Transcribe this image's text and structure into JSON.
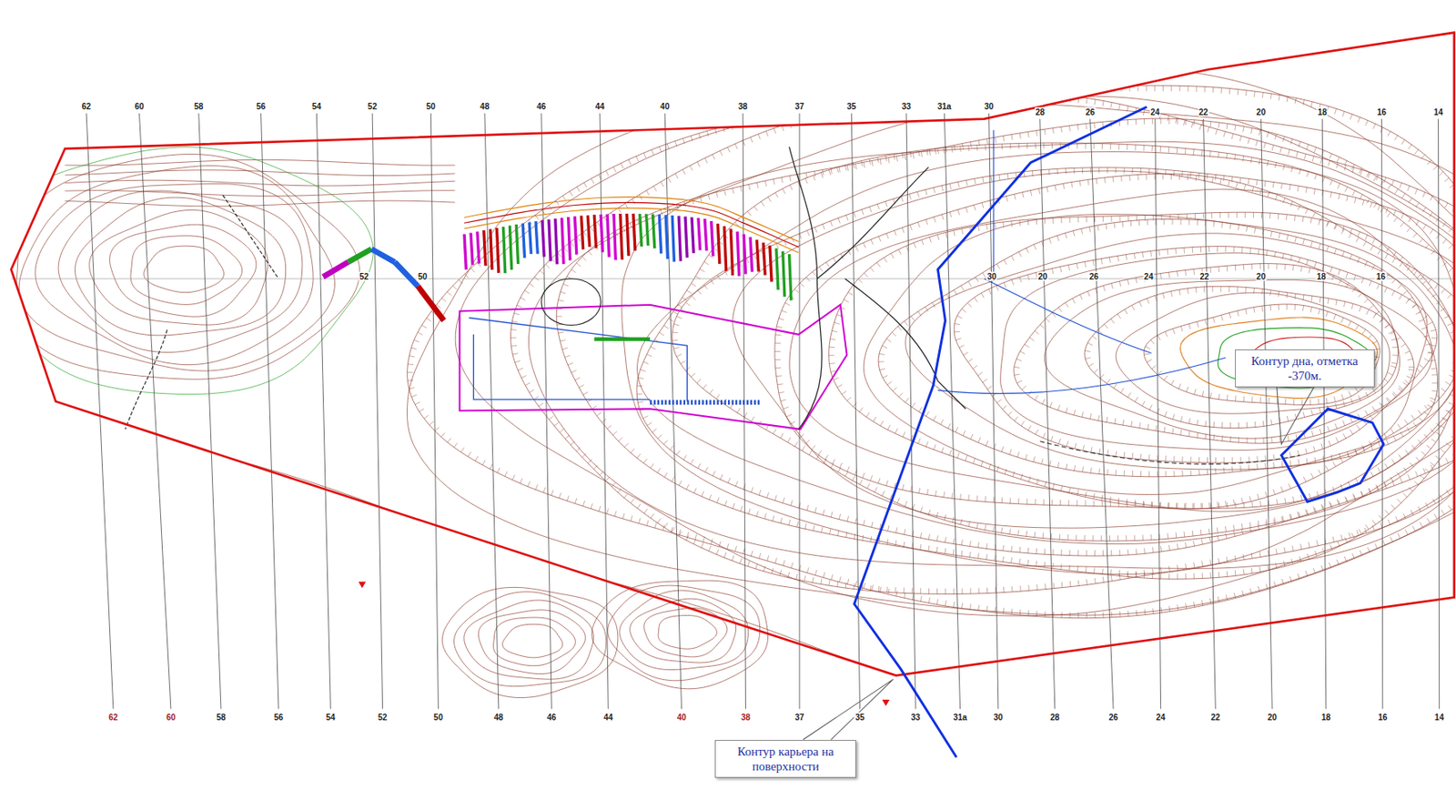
{
  "diagram": {
    "nodes": [
      {
        "text": [
          "Контур дна, отметка -370м."
        ]
      },
      {
        "text": [
          "Контур карьера на поверхности"
        ]
      }
    ],
    "labels": [
      "62",
      "60",
      "58",
      "56",
      "54",
      "52",
      "50",
      "48",
      "46",
      "44",
      "40",
      "38",
      "37",
      "35",
      "33",
      "31а",
      "30",
      "28",
      "26",
      "24",
      "22",
      "20",
      "18",
      "16",
      "14",
      "52",
      "50",
      "30",
      "20",
      "26",
      "24",
      "22",
      "20",
      "18",
      "16",
      "62",
      "60",
      "58",
      "56",
      "54",
      "52",
      "50",
      "48",
      "46",
      "44",
      "40",
      "38",
      "37",
      "35",
      "33",
      "31а",
      "30",
      "28",
      "26",
      "24",
      "22",
      "20",
      "18",
      "16",
      "14"
    ]
  }
}
